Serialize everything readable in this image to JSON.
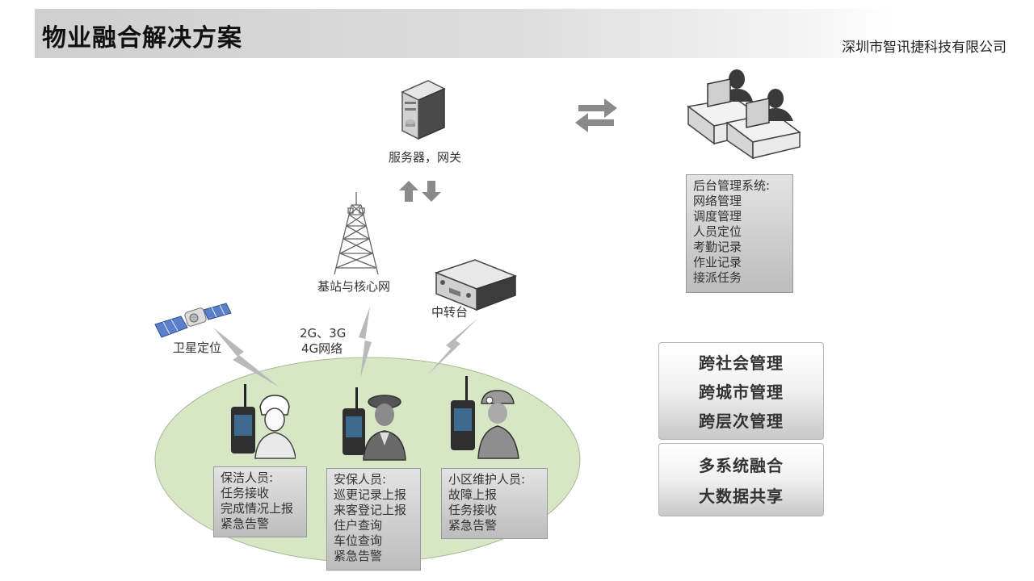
{
  "header": {
    "title": "物业融合解决方案",
    "company": "深圳市智讯捷科技有限公司"
  },
  "nodes": {
    "server": "服务器，网关",
    "base_station": "基站与核心网",
    "repeater": "中转台",
    "satellite": "卫星定位",
    "network_line1": "2G、3G",
    "network_line2": "4G网络"
  },
  "backend": {
    "title": "后台管理系统:",
    "items": [
      "网络管理",
      "调度管理",
      "人员定位",
      "考勤记录",
      "作业记录",
      "接派任务"
    ]
  },
  "roles": [
    {
      "title": "保洁人员:",
      "items": [
        "任务接收",
        "完成情况上报",
        "紧急告警"
      ]
    },
    {
      "title": "安保人员:",
      "items": [
        "巡更记录上报",
        "来客登记上报",
        "住户查询",
        "车位查询",
        "紧急告警"
      ]
    },
    {
      "title": "小区维护人员:",
      "items": [
        "故障上报",
        "任务接收",
        "紧急告警"
      ]
    }
  ],
  "features": {
    "group1": [
      "跨社会管理",
      "跨城市管理",
      "跨层次管理"
    ],
    "group2": [
      "多系统融合",
      "大数据共享"
    ]
  },
  "colors": {
    "ellipse_fill": "#d7e6c4",
    "arrow_gray": "#8a8a8a",
    "box_gray": "#cfcfcf"
  },
  "icons": [
    "server-icon",
    "operator-desk-icon",
    "exchange-arrows-icon",
    "updown-arrows-icon",
    "tower-icon",
    "repeater-icon",
    "satellite-icon",
    "lightning-icon",
    "radio-icon",
    "cleaner-icon",
    "guard-icon",
    "maintenance-icon"
  ]
}
